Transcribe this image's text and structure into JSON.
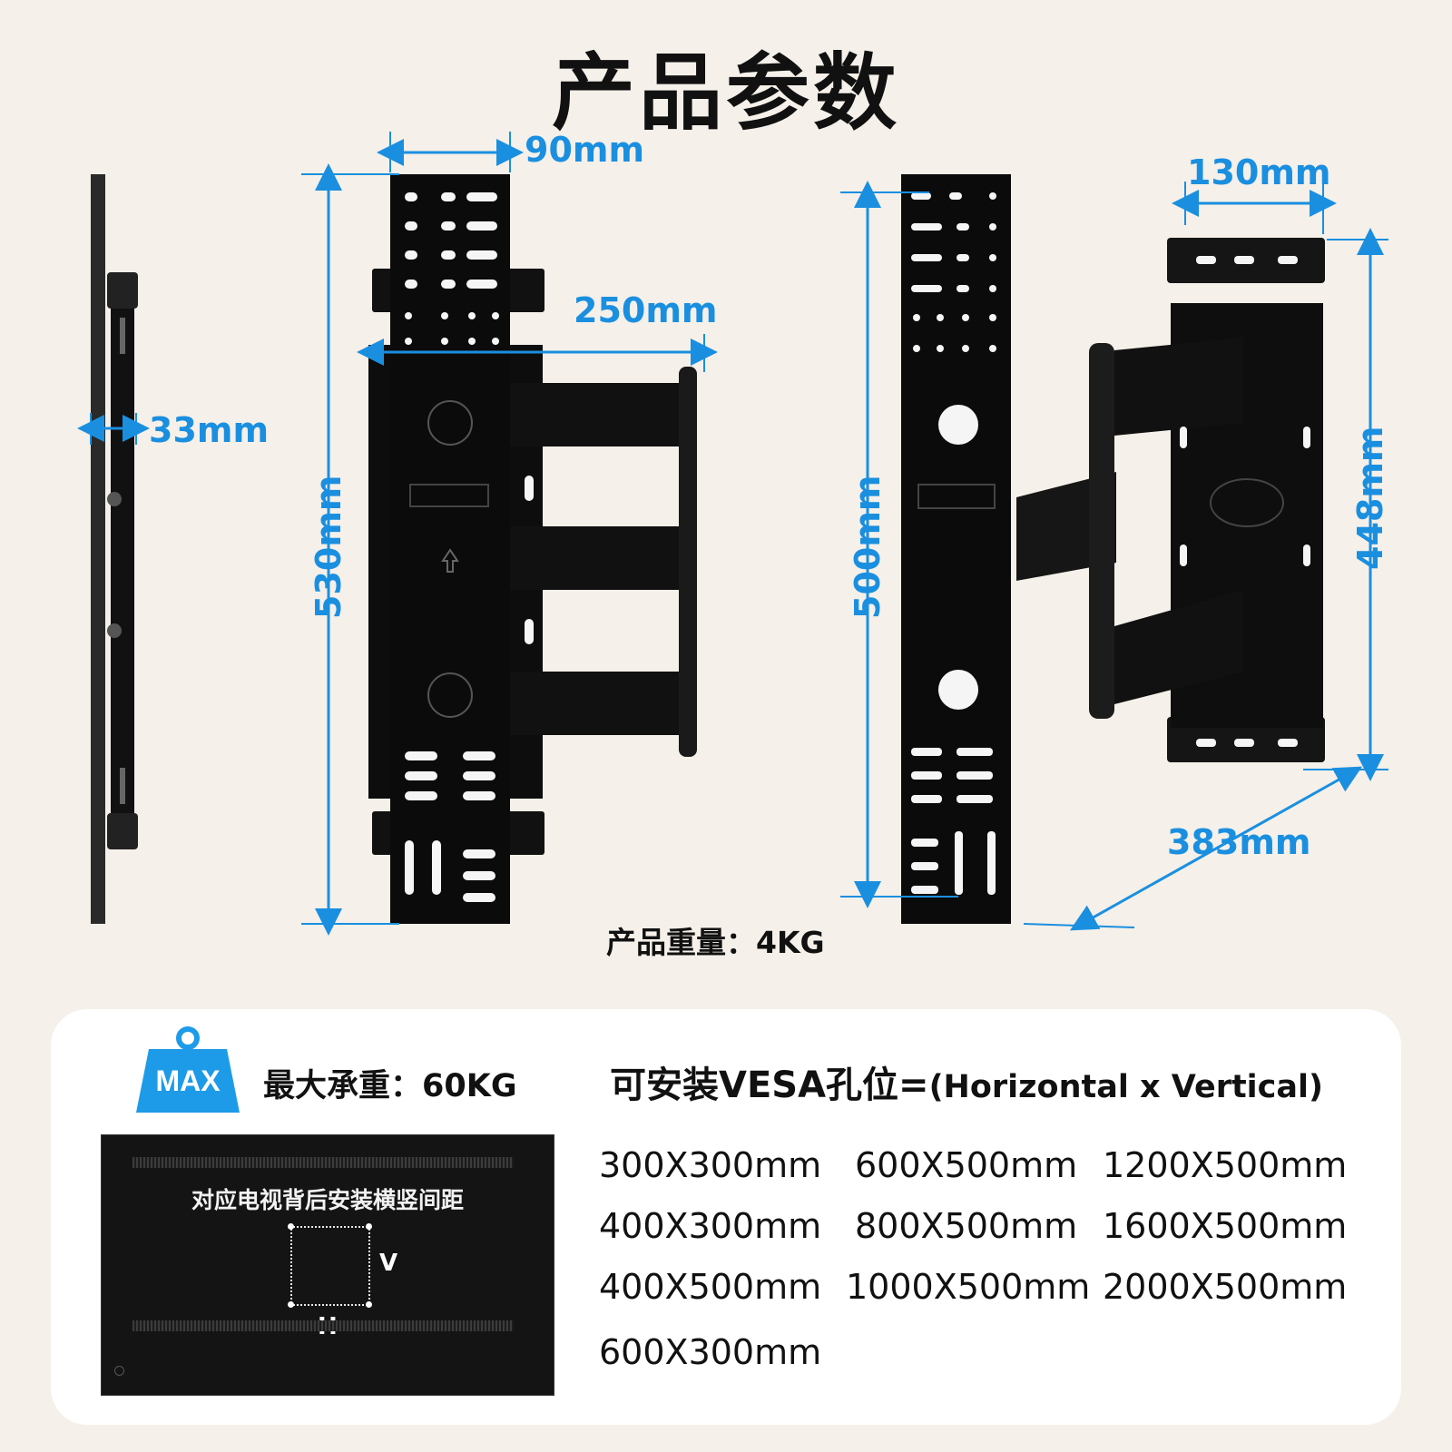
{
  "title": "产品参数",
  "dimensions": {
    "depth": "33mm",
    "plate_width": "90mm",
    "plate_height": "530mm",
    "arm_extension": "250mm",
    "tv_plate_height": "500mm",
    "wall_plate_width": "130mm",
    "wall_plate_height": "448mm",
    "max_extension": "383mm"
  },
  "product_weight": "产品重量：4KG",
  "max_badge": "MAX",
  "max_load": "最大承重：60KG",
  "vesa_title_cn": "可安装VESA孔位=",
  "vesa_title_en": "(Horizontal x Vertical)",
  "tv_panel": {
    "caption": "对应电视背后安装横竖间距",
    "v_label": "V",
    "h_label": "H"
  },
  "vesa_sizes": [
    "300X300mm",
    "400X300mm",
    "400X500mm",
    "600X300mm",
    "600X500mm",
    "800X500mm",
    "1000X500mm",
    "1200X500mm",
    "1600X500mm",
    "2000X500mm"
  ],
  "colors": {
    "accent": "#1a8fe0",
    "background": "#f5f0e9",
    "card": "#ffffff"
  }
}
